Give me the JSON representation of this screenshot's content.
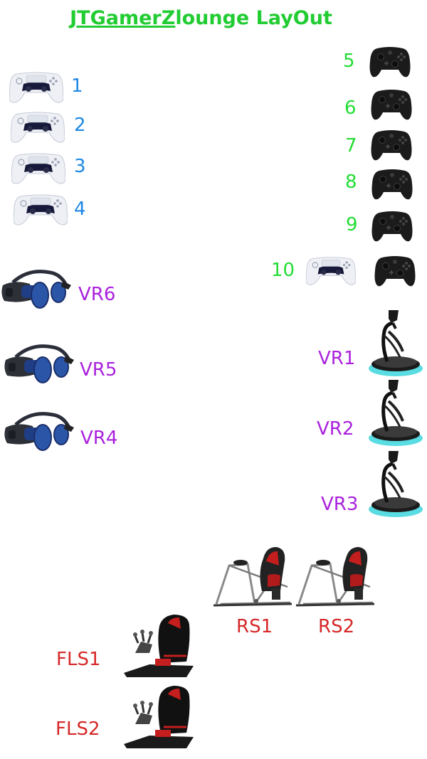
{
  "title": {
    "underlined": "JTGamerZ",
    "rest": "lounge LayOut"
  },
  "colors": {
    "title": "#22cc33",
    "ps_labels": "#1e88e5",
    "xbox_labels": "#22dd33",
    "vr_labels": "#aa22dd",
    "sim_labels": "#d62828"
  },
  "icons": {
    "ps_controller": "ps5-controller-icon",
    "xbox_controller": "xbox-controller-icon",
    "vr_headset": "vr-headset-icon",
    "vr_treadmill": "vr-treadmill-icon",
    "racing_sim": "racing-sim-icon",
    "flight_sim": "flight-sim-icon"
  },
  "ps_stations": [
    "1",
    "2",
    "3",
    "4",
    "10"
  ],
  "xbox_stations": [
    "5",
    "6",
    "7",
    "8",
    "9"
  ],
  "vr_headsets": [
    "VR6",
    "VR5",
    "VR4"
  ],
  "vr_treadmills": [
    "VR1",
    "VR2",
    "VR3"
  ],
  "racing_sims": [
    "RS1",
    "RS2"
  ],
  "flight_sims": [
    "FLS1",
    "FLS2"
  ]
}
